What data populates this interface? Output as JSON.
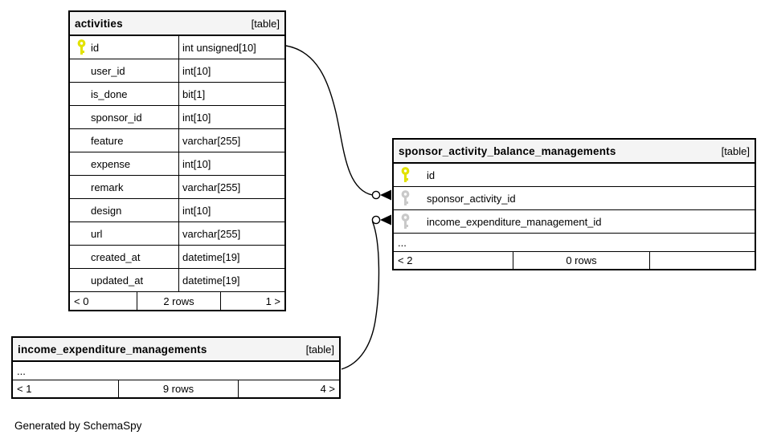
{
  "diagram": {
    "generator_note": "Generated by SchemaSpy",
    "ellipsis": "..."
  },
  "colors": {
    "header_bg": "#f4f4f4",
    "border": "#000000",
    "primary_key": "#e2e200",
    "foreign_key": "#c9c9c9",
    "background": "#ffffff"
  },
  "tables": {
    "activities": {
      "name": "activities",
      "kind": "[table]",
      "columns": [
        {
          "name": "id",
          "type": "int unsigned[10]",
          "key": "primary"
        },
        {
          "name": "user_id",
          "type": "int[10]",
          "key": "none"
        },
        {
          "name": "is_done",
          "type": "bit[1]",
          "key": "none"
        },
        {
          "name": "sponsor_id",
          "type": "int[10]",
          "key": "none"
        },
        {
          "name": "feature",
          "type": "varchar[255]",
          "key": "none"
        },
        {
          "name": "expense",
          "type": "int[10]",
          "key": "none"
        },
        {
          "name": "remark",
          "type": "varchar[255]",
          "key": "none"
        },
        {
          "name": "design",
          "type": "int[10]",
          "key": "none"
        },
        {
          "name": "url",
          "type": "varchar[255]",
          "key": "none"
        },
        {
          "name": "created_at",
          "type": "datetime[19]",
          "key": "none"
        },
        {
          "name": "updated_at",
          "type": "datetime[19]",
          "key": "none"
        }
      ],
      "footer": {
        "left": "< 0",
        "center": "2 rows",
        "right": "1 >"
      }
    },
    "sponsor_activity_balance_managements": {
      "name": "sponsor_activity_balance_managements",
      "kind": "[table]",
      "columns": [
        {
          "name": "id",
          "key": "primary"
        },
        {
          "name": "sponsor_activity_id",
          "key": "foreign"
        },
        {
          "name": "income_expenditure_management_id",
          "key": "foreign"
        }
      ],
      "ellipsis": "...",
      "footer": {
        "left": "< 2",
        "center": "0 rows",
        "right": ""
      }
    },
    "income_expenditure_managements": {
      "name": "income_expenditure_managements",
      "kind": "[table]",
      "ellipsis": "...",
      "footer": {
        "left": "< 1",
        "center": "9 rows",
        "right": "4 >"
      }
    }
  }
}
